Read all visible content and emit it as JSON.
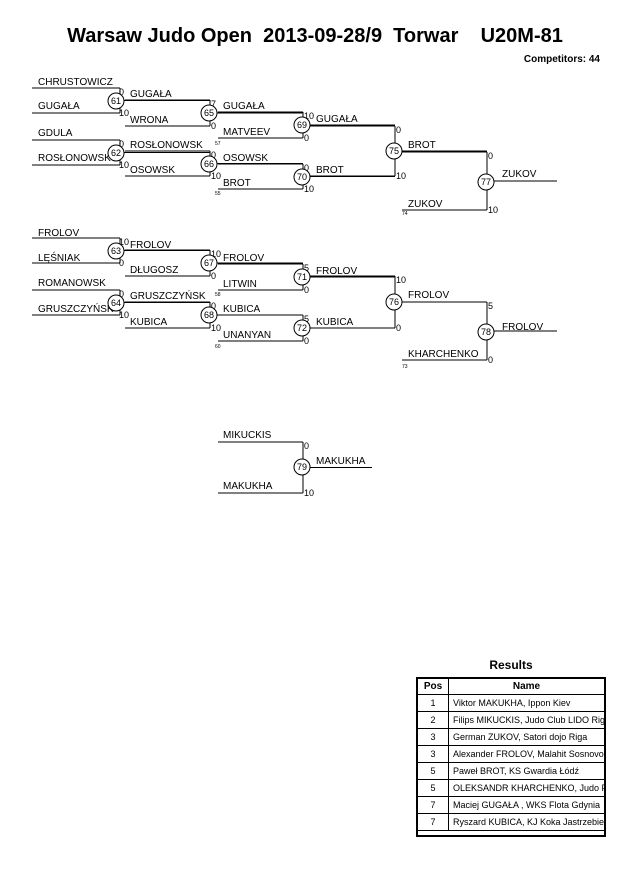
{
  "header": {
    "title": "Warsaw Judo Open  2013-09-28/9  Torwar    U20M-81",
    "competitors": "Competitors: 44"
  },
  "bracket": {
    "names": [
      "CHRUSTOWICZ",
      "GUGAŁA",
      "GDULA",
      "ROSŁONOWSK",
      "FROLOV",
      "LĘŚNIAK",
      "ROMANOWSK",
      "GRUSZCZYŃSK",
      "GUGAŁA",
      "WRONA",
      "ROSŁONOWSK",
      "OSOWSK",
      "FROLOV",
      "DŁUGOSZ",
      "GRUSZCZYŃSK",
      "KUBICA",
      "GUGAŁA",
      "MATVEEV",
      "OSOWSK",
      "BROT",
      "FROLOV",
      "LITWIN",
      "KUBICA",
      "UNANYAN",
      "GUGAŁA",
      "BROT",
      "FROLOV",
      "KUBICA",
      "BROT",
      "ZUKOV",
      "FROLOV",
      "KHARCHENKO",
      "ZUKOV",
      "FROLOV",
      "MIKUCKIS",
      "MAKUKHA",
      "MAKUKHA"
    ],
    "scores": [
      "0",
      "10",
      "0",
      "10",
      "10",
      "0",
      "0",
      "10",
      "7",
      "0",
      "0",
      "10",
      "10",
      "0",
      "0",
      "10",
      "10",
      "0",
      "0",
      "10",
      "5",
      "0",
      "5",
      "0",
      "0",
      "10",
      "10",
      "0",
      "0",
      "10",
      "5",
      "0",
      "0",
      "10"
    ],
    "contests": [
      "61",
      "62",
      "63",
      "64",
      "65",
      "66",
      "67",
      "68",
      "69",
      "70",
      "71",
      "72",
      "75",
      "76",
      "77",
      "78",
      "79"
    ],
    "tiny": [
      "57",
      "55",
      "74",
      "58",
      "60",
      "73"
    ]
  },
  "results": {
    "title": "Results",
    "headers": {
      "pos": "Pos",
      "name": "Name"
    },
    "rows": [
      {
        "pos": "1",
        "name": "Viktor MAKUKHA, Ippon Kiev"
      },
      {
        "pos": "2",
        "name": "Filips MIKUCKIS, Judo Club LIDO Riga"
      },
      {
        "pos": "3",
        "name": "German ZUKOV, Satori dojo Riga"
      },
      {
        "pos": "3",
        "name": "Alexander FROLOV, Malahit Sosnovoborsk"
      },
      {
        "pos": "5",
        "name": "Paweł BROT, KS Gwardia Łódź"
      },
      {
        "pos": "5",
        "name": "OLEKSANDR KHARCHENKO, Judo Fighter"
      },
      {
        "pos": "7",
        "name": "Maciej GUGAŁA , WKS Flota  Gdynia"
      },
      {
        "pos": "7",
        "name": "Ryszard KUBICA, KJ Koka Jastrzebie"
      }
    ]
  }
}
